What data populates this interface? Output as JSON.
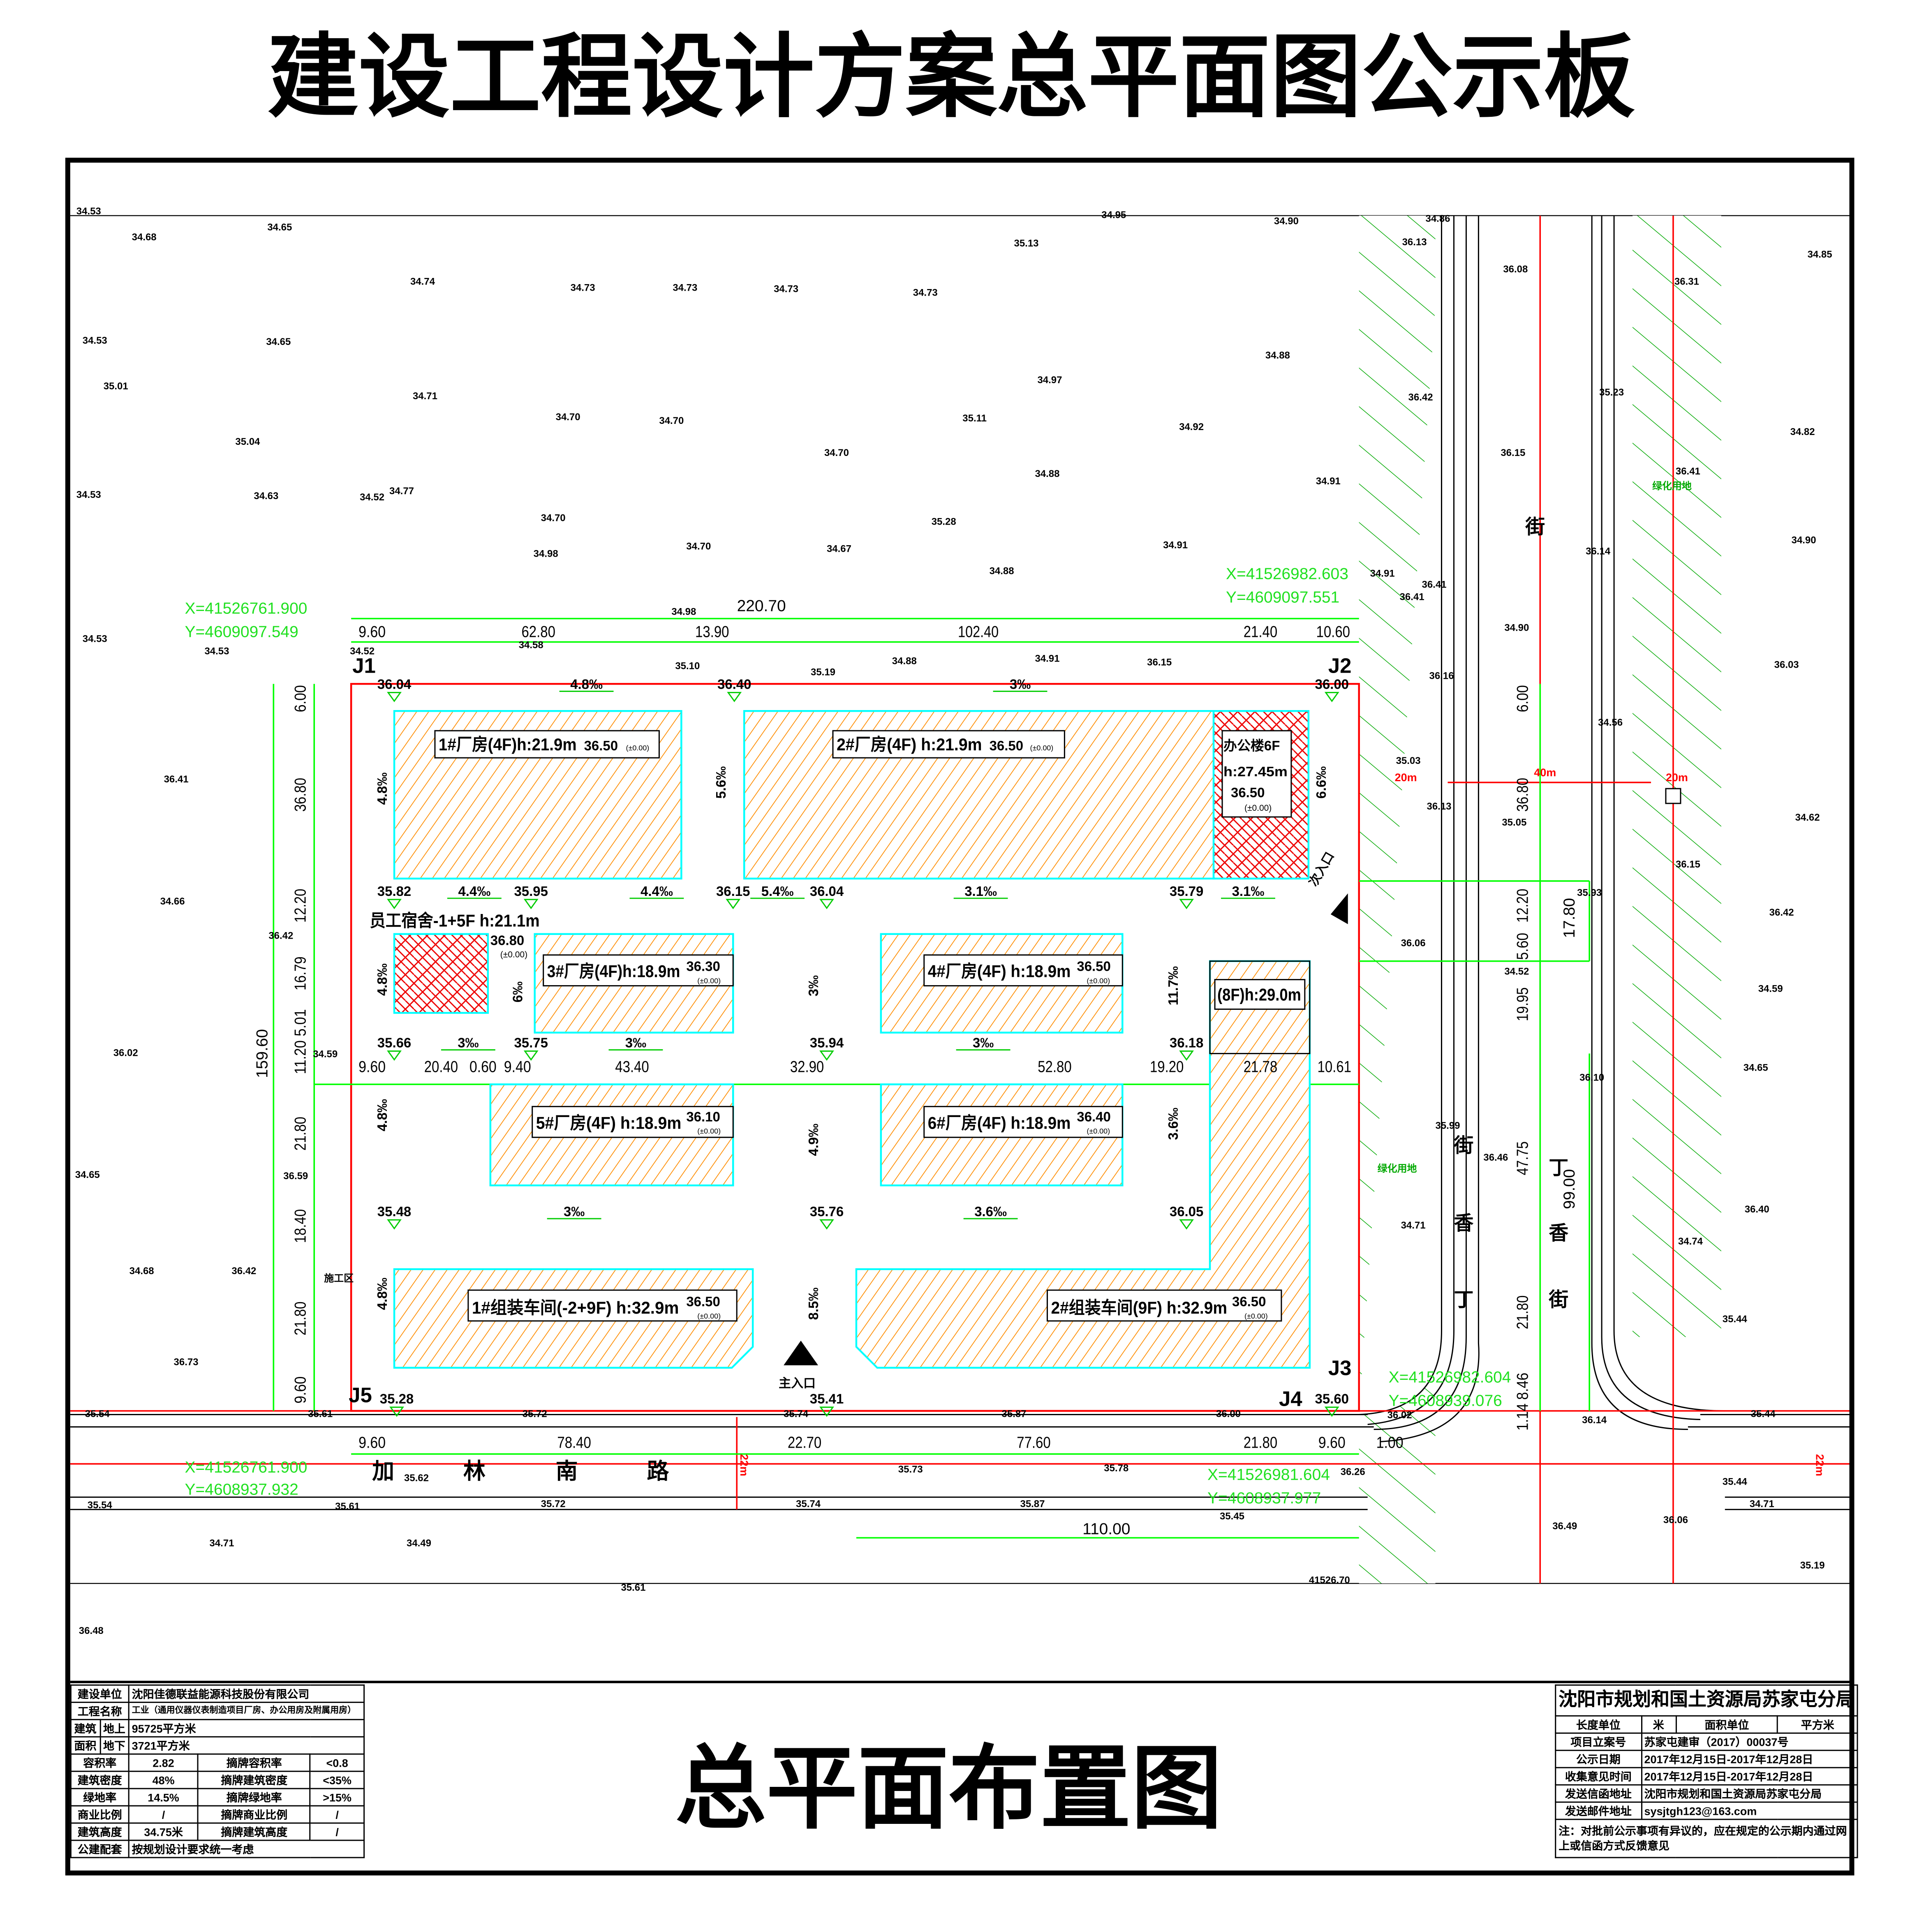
{
  "header": {
    "title": "建设工程设计方案总平面图公示板"
  },
  "plan_title": "总平面布置图",
  "colors": {
    "boundary": "#ff0000",
    "dimension": "#00ff00",
    "building_fill": "#ff8c00",
    "building_edge": "#00ffff",
    "green_area": "#00a800"
  },
  "buildings": {
    "b1": {
      "label": "1#厂房(4F)h:21.9m",
      "elev": "36.50",
      "zero": "(±0.00)"
    },
    "b2": {
      "label": "2#厂房(4F) h:21.9m",
      "elev": "36.50",
      "zero": "(±0.00)"
    },
    "office": {
      "label1": "办公楼6F",
      "label2": "h:27.45m",
      "elev": "36.50",
      "zero": "(±0.00)"
    },
    "dorm": {
      "label": "员工宿舍-1+5F h:21.1m",
      "elev": "36.80",
      "zero": "(±0.00)"
    },
    "b3": {
      "label": "3#厂房(4F)h:18.9m",
      "elev": "36.30",
      "zero": "(±0.00)"
    },
    "b4": {
      "label": "4#厂房(4F) h:18.9m",
      "elev": "36.50",
      "zero": "(±0.00)"
    },
    "b8": {
      "label": "(8F)h:29.0m"
    },
    "b5": {
      "label": "5#厂房(4F) h:18.9m",
      "elev": "36.10",
      "zero": "(±0.00)"
    },
    "b6": {
      "label": "6#厂房(4F) h:18.9m",
      "elev": "36.40",
      "zero": "(±0.00)"
    },
    "a1": {
      "label": "1#组装车间(-2+9F) h:32.9m",
      "elev": "36.50",
      "zero": "(±0.00)"
    },
    "a2": {
      "label": "2#组装车间(9F) h:32.9m",
      "elev": "36.50",
      "zero": "(±0.00)"
    }
  },
  "points": {
    "j1": "J1",
    "j2": "J2",
    "j3": "J3",
    "j4": "J4",
    "j5": "J5"
  },
  "entrances": {
    "main": "主入口",
    "secondary": "次入口"
  },
  "construction_gate": "施工区",
  "coords": {
    "nw": {
      "x": "X=41526761.900",
      "y": "Y=4609097.549"
    },
    "ne": {
      "x": "X=41526982.603",
      "y": "Y=4609097.551"
    },
    "se": {
      "x": "X=41526982.604",
      "y": "Y=4608939.076"
    },
    "sw": {
      "x": "X=41526761.900",
      "y": "Y=4608937.932"
    },
    "s": {
      "x": "X=41526981.604",
      "y": "Y=4608937.977"
    }
  },
  "roads": {
    "south": [
      "加",
      "林",
      "南",
      "路"
    ],
    "east": [
      "丁",
      "香",
      "街"
    ],
    "east2": [
      "丁",
      "香",
      "街",
      "街"
    ],
    "widths": [
      "20m",
      "40m",
      "20m",
      "22m",
      "22m"
    ]
  },
  "green_label": "绿化用地",
  "dims": {
    "top_total": "220.70",
    "top": [
      "9.60",
      "62.80",
      "13.90",
      "102.40",
      "21.40",
      "10.60"
    ],
    "mid": [
      "9.60",
      "20.40",
      "0.60",
      "9.40",
      "43.40",
      "32.90",
      "52.80",
      "19.20",
      "21.78",
      "10.61"
    ],
    "bottom": [
      "9.60",
      "78.40",
      "22.70",
      "77.60",
      "21.80",
      "9.60",
      "1.00"
    ],
    "bottom_total": "110.00",
    "left": [
      "6.00",
      "36.80",
      "12.20",
      "16.79",
      "5.01",
      "11.20",
      "21.80",
      "18.40",
      "21.80",
      "9.60"
    ],
    "left_total": "159.60",
    "right": [
      "6.00",
      "36.80",
      "12.20",
      "5.60",
      "19.95",
      "47.75",
      "21.80",
      "8.46",
      "1.14"
    ],
    "right_a": "17.80",
    "right_b": "99.00"
  },
  "site_elevations": [
    "36.04",
    "36.40",
    "36.00",
    "35.82",
    "35.95",
    "36.15",
    "36.04",
    "35.79",
    "35.66",
    "35.75",
    "35.94",
    "36.18",
    "35.48",
    "35.76",
    "36.05",
    "35.28",
    "35.41",
    "35.60"
  ],
  "slopes": [
    "4.8‰",
    "3‰",
    "4.4‰",
    "4.4‰",
    "5.4‰",
    "3.1‰",
    "3.1‰",
    "3‰",
    "3‰",
    "3‰",
    "3‰",
    "3.6‰"
  ],
  "vslopes": [
    "4.8‰",
    "5.6‰",
    "6.6‰",
    "4.8‰",
    "6‰",
    "3‰",
    "11.7‰",
    "4.8‰",
    "4.9‰",
    "3.6‰",
    "4.8‰",
    "8.5‰"
  ],
  "ground_elevations": [
    "34.53",
    "34.68",
    "34.65",
    "34.95",
    "34.90",
    "34.86",
    "36.13",
    "36.08",
    "34.85",
    "35.13",
    "34.74",
    "34.73",
    "34.73",
    "34.73",
    "34.73",
    "36.31",
    "34.53",
    "34.65",
    "35.01",
    "34.88",
    "36.42",
    "35.23",
    "34.71",
    "34.70",
    "34.70",
    "34.97",
    "35.11",
    "34.92",
    "34.82",
    "35.04",
    "34.70",
    "34.88",
    "36.15",
    "36.41",
    "34.53",
    "34.63",
    "34.52",
    "34.77",
    "34.91",
    "34.70",
    "35.28",
    "36.14",
    "34.90",
    "34.98",
    "34.70",
    "34.67",
    "34.91",
    "34.88",
    "36.41",
    "34.98",
    "34.91",
    "36.41",
    "34.53",
    "34.53",
    "34.52",
    "34.58",
    "35.10",
    "35.19",
    "34.88",
    "34.91",
    "36.15",
    "34.90",
    "36.03",
    "36.16",
    "34.56",
    "36.41",
    "35.03",
    "36.13",
    "35.05",
    "34.62",
    "34.66",
    "36.42",
    "36.15",
    "35.93",
    "36.42",
    "36.06",
    "34.52",
    "34.59",
    "34.59",
    "36.02",
    "36.10",
    "34.65",
    "34.65",
    "36.59",
    "35.99",
    "36.46",
    "36.40",
    "34.71",
    "34.68",
    "36.42",
    "34.74",
    "36.73",
    "35.44",
    "35.54",
    "35.61",
    "35.72",
    "35.74",
    "35.87",
    "36.00",
    "36.02",
    "36.14",
    "35.44",
    "35.62",
    "35.73",
    "35.78",
    "36.26",
    "35.44",
    "35.54",
    "35.61",
    "35.72",
    "35.74",
    "35.87",
    "35.45",
    "36.49",
    "36.06",
    "34.71",
    "34.71",
    "34.49",
    "35.19",
    "35.61",
    "41526.70",
    "36.48"
  ],
  "left_table": {
    "rows": [
      [
        "建设单位",
        "沈阳佳德联益能源科技股份有限公司"
      ],
      [
        "工程名称",
        "工业（通用仪器仪表制造项目厂房、办公用房及附属用房）"
      ]
    ],
    "area_label_a": "建筑",
    "area_label_b": "面积",
    "above": "地上",
    "above_val": "95725平方米",
    "below": "地下",
    "below_val": "3721平方米",
    "metrics": [
      [
        "容积率",
        "2.82",
        "摘牌容积率",
        "<0.8"
      ],
      [
        "建筑密度",
        "48%",
        "摘牌建筑密度",
        "<35%"
      ],
      [
        "绿地率",
        "14.5%",
        "摘牌绿地率",
        ">15%"
      ],
      [
        "商业比例",
        "/",
        "摘牌商业比例",
        "/"
      ],
      [
        "建筑高度",
        "34.75米",
        "摘牌建筑高度",
        "/"
      ]
    ],
    "public": [
      "公建配套",
      "按规划设计要求统一考虑"
    ]
  },
  "right_table": {
    "title": "沈阳市规划和国土资源局苏家屯分局",
    "units": [
      "长度单位",
      "米",
      "面积单位",
      "平方米"
    ],
    "rows": [
      [
        "项目立案号",
        "苏家屯建审（2017）00037号"
      ],
      [
        "公示日期",
        "2017年12月15日-2017年12月28日"
      ],
      [
        "收集意见时间",
        "2017年12月15日-2017年12月28日"
      ],
      [
        "发送信函地址",
        "沈阳市规划和国土资源局苏家屯分局"
      ],
      [
        "发送邮件地址",
        "sysjtgh123@163.com"
      ]
    ],
    "note": "注：对批前公示事项有异议的，应在规定的公示期内通过网上或信函方式反馈意见"
  }
}
